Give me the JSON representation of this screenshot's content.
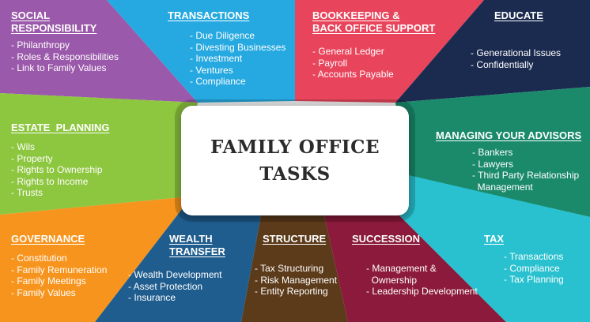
{
  "center": {
    "line1": "FAMILY OFFICE",
    "line2": "TASKS"
  },
  "segments": [
    {
      "id": "social",
      "color": "#9a59aa",
      "title": "SOCIAL\nRESPONSIBILITY",
      "items": [
        "- Philanthropy",
        "- Roles & Responsibilities",
        "- Link to Family Values"
      ]
    },
    {
      "id": "transactions",
      "color": "#26a9e0",
      "title": "TRANSACTIONS",
      "items": [
        "- Due Diligence",
        "- Divesting Businesses",
        "- Investment",
        "- Ventures",
        "- Compliance"
      ]
    },
    {
      "id": "bookkeeping",
      "color": "#e8455c",
      "title": "BOOKKEEPING &\nBACK OFFICE SUPPORT",
      "items": [
        "- General Ledger",
        "- Payroll",
        "- Accounts Payable"
      ]
    },
    {
      "id": "educate",
      "color": "#1b2b4f",
      "title": "EDUCATE",
      "items": [
        "- Generational Issues",
        "- Confidentially"
      ]
    },
    {
      "id": "estate",
      "color": "#8dc63f",
      "title": "ESTATE  PLANNING",
      "items": [
        "- Wils",
        "- Property",
        "- Rights to Ownership",
        "- Rights to Income",
        "- Trusts"
      ]
    },
    {
      "id": "advisors",
      "color": "#1a8a6b",
      "title": "MANAGING YOUR ADVISORS",
      "items": [
        "- Bankers",
        "- Lawyers",
        "- Third Party Relationship",
        "  Management"
      ]
    },
    {
      "id": "governance",
      "color": "#f7941d",
      "title": "GOVERNANCE",
      "items": [
        "- Constitution",
        "- Family Remuneration",
        "- Family Meetings",
        "- Family Values"
      ]
    },
    {
      "id": "wealth",
      "color": "#1f5d8e",
      "title": "WEALTH\nTRANSFER",
      "items": [
        "- Wealth Development",
        "- Asset Protection",
        "- Insurance"
      ]
    },
    {
      "id": "structure",
      "color": "#5c3b1b",
      "title": "STRUCTURE",
      "items": [
        "- Tax Structuring",
        "- Risk Management",
        "- Entity Reporting"
      ]
    },
    {
      "id": "succession",
      "color": "#8b1a3c",
      "title": "SUCCESSION",
      "items": [
        "- Management &",
        "  Ownership",
        "- Leadership Development"
      ]
    },
    {
      "id": "tax",
      "color": "#29c1cf",
      "title": "TAX",
      "items": [
        "- Transactions",
        "- Compliance",
        "- Tax Planning"
      ]
    }
  ]
}
